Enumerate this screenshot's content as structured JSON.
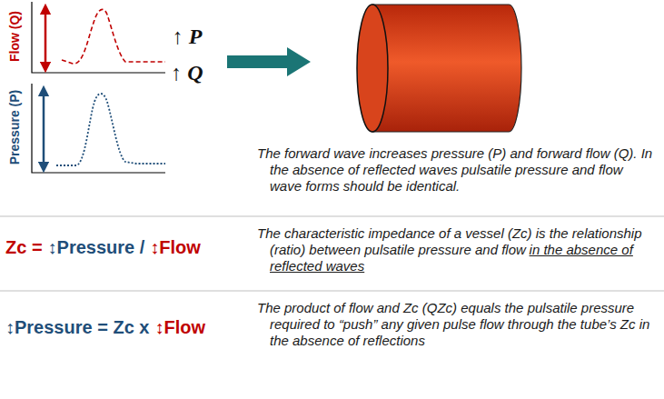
{
  "diagram": {
    "labels": [
      "Flow (Q)",
      "Pressure (P)",
      "↑ P",
      "↑ Q",
      "The forward wave increases pressure (P) and forward flow (Q). In the absence of reflected waves pulsatile pressure and flow wave forms should be identical.",
      "Zc =",
      "↕Pressure /",
      "↕Flow",
      "The characteristic impedance of a vessel (Zc) is the relationship (ratio) between pulsatile pressure and flow",
      "in the absence of reflected waves",
      "↕Pressure = Zc x",
      "↕Flow",
      "The product of flow and Zc (QZc) equals the pulsatile pressure required to “push” any given pulse flow through the tube’s Zc in the absence of reflections"
    ]
  }
}
